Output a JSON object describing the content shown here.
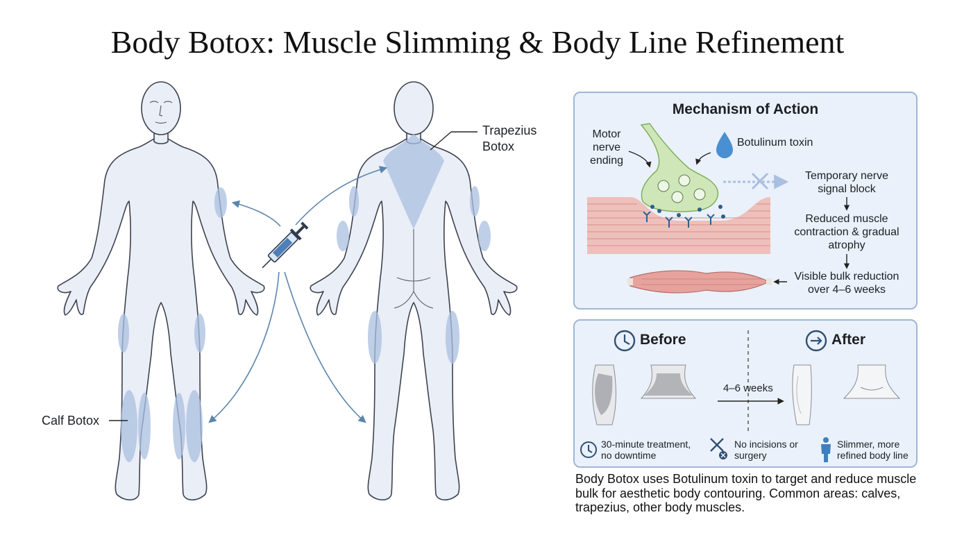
{
  "title": "Body Botox: Muscle Slimming & Body Line Refinement",
  "figure": {
    "label_trapezius": "Trapezius\nBotox",
    "label_calf": "Calf Botox"
  },
  "mechanism": {
    "title": "Mechanism of Action",
    "motor_nerve": "Motor\nnerve\nending",
    "toxin": "Botulinum toxin",
    "steps": [
      "Temporary nerve\nsignal block",
      "Reduced muscle\ncontraction & gradual\natrophy",
      "Visible bulk reduction\nover 4–6 weeks"
    ]
  },
  "before_after": {
    "before": "Before",
    "after": "After",
    "duration": "4–6 weeks",
    "benefits": [
      "30-minute treatment,\nno downtime",
      "No incisions or\nsurgery",
      "Slimmer, more\nrefined body line"
    ]
  },
  "summary": "Body Botox uses Botulinum toxin to target and reduce muscle bulk for aesthetic body contouring. Common areas: calves, trapezius, other body muscles.",
  "colors": {
    "muscle_highlight": "#a9bfe0",
    "arrow": "#5b85ad",
    "panel_bg": "#eaf1fa",
    "panel_border": "#9eb6d3"
  }
}
